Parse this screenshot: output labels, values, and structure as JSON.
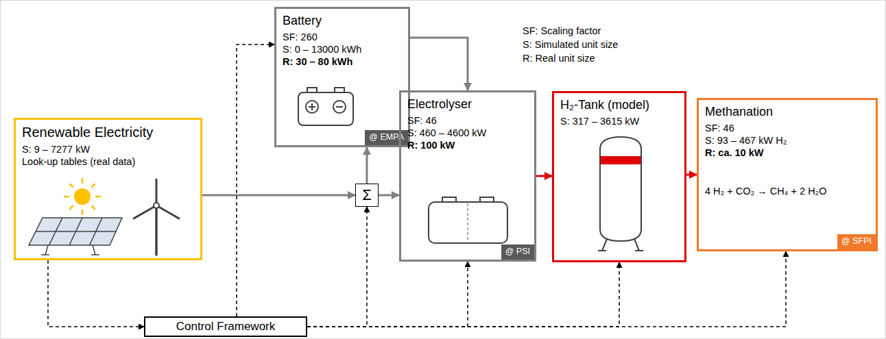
{
  "diagram": {
    "nodes": [
      {
        "text": [
          "Battery",
          "SF: 260",
          "S: 0 – 13000 kWh",
          "R: 30 – 80 kWh"
        ]
      },
      {
        "text": [
          "@ EMPA"
        ],
        "in": 0
      },
      {
        "text": [
          "Renewable Electricity",
          "S: 9 – 7277 kW",
          "Look-up tables (real data)"
        ]
      },
      {
        "text": [
          "Σ"
        ]
      },
      {
        "text": [
          "Electrolyser",
          "SF: 46",
          "S: 460 – 4600 kW",
          "R: 100 kW"
        ]
      },
      {
        "text": [
          "@ PSI"
        ],
        "in": 4
      },
      {
        "text": [
          "H₂-Tank (model)",
          "S: 317 – 3615 kW"
        ]
      },
      {
        "text": [
          "Methanation",
          "SF: 46",
          "S: 93 – 467 kW H₂",
          "R: ca. 10 kW",
          "4 H₂ + CO₂ → CH₄ + 2 H₂O"
        ]
      },
      {
        "text": [
          "@ SFPI"
        ],
        "in": 7
      },
      {
        "text": [
          "Control Framework"
        ]
      }
    ],
    "edges": [
      {
        "from": 2,
        "to": 3,
        "arrow": "to"
      },
      {
        "from": 3,
        "to": 0,
        "arrow": "to"
      },
      {
        "from": 0,
        "to": 4,
        "arrow": "to"
      },
      {
        "from": 3,
        "to": 4,
        "arrow": "to"
      },
      {
        "from": 4,
        "to": 6,
        "arrow": "to"
      },
      {
        "from": 6,
        "to": 7,
        "arrow": "to"
      },
      {
        "from": 2,
        "to": 9,
        "arrow": "to"
      },
      {
        "from": 9,
        "to": 0,
        "arrow": "to"
      },
      {
        "from": 9,
        "to": 3,
        "arrow": "to"
      },
      {
        "from": 9,
        "to": 4,
        "arrow": "to"
      },
      {
        "from": 9,
        "to": 6,
        "arrow": "to"
      },
      {
        "from": 9,
        "to": 7,
        "arrow": "to"
      }
    ],
    "labels": [
      "SF: Scaling factor",
      "S: Simulated unit size",
      "R: Real unit size"
    ]
  }
}
